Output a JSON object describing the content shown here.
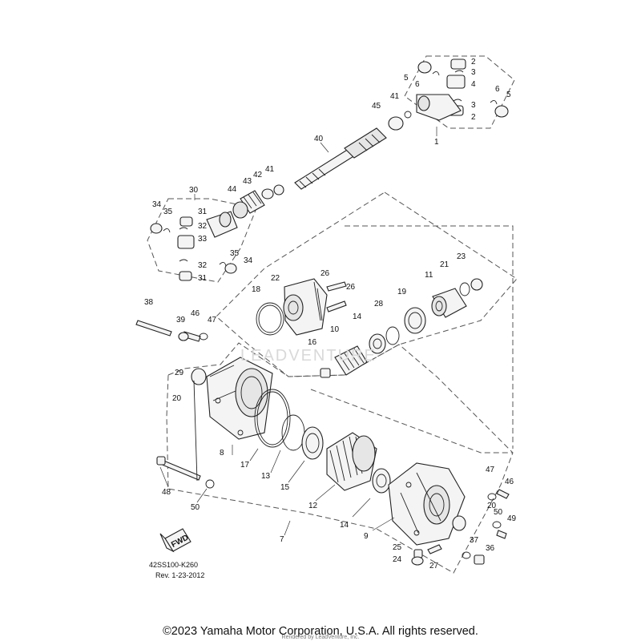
{
  "diagram": {
    "watermark": "LEADVENTURE",
    "fwd_label": "FWD",
    "drawing_code": "42SS100-K260",
    "revision": "Rev. 1-23-2012",
    "copyright": "©2023 Yamaha Motor Corporation, U.S.A. All rights reserved.",
    "rendered_by": "Rendered by LeadVenture, Inc.",
    "callouts": [
      {
        "id": "c2a",
        "text": "2"
      },
      {
        "id": "c3a",
        "text": "3"
      },
      {
        "id": "c5a",
        "text": "5"
      },
      {
        "id": "c6a",
        "text": "6"
      },
      {
        "id": "c4",
        "text": "4"
      },
      {
        "id": "c41a",
        "text": "41"
      },
      {
        "id": "c45",
        "text": "45"
      },
      {
        "id": "c6b",
        "text": "6"
      },
      {
        "id": "c5b",
        "text": "5"
      },
      {
        "id": "c3b",
        "text": "3"
      },
      {
        "id": "c2b",
        "text": "2"
      },
      {
        "id": "c1",
        "text": "1"
      },
      {
        "id": "c40",
        "text": "40"
      },
      {
        "id": "c30",
        "text": "30"
      },
      {
        "id": "c44",
        "text": "44"
      },
      {
        "id": "c43",
        "text": "43"
      },
      {
        "id": "c42",
        "text": "42"
      },
      {
        "id": "c41b",
        "text": "41"
      },
      {
        "id": "c34a",
        "text": "34"
      },
      {
        "id": "c35a",
        "text": "35"
      },
      {
        "id": "c31a",
        "text": "31"
      },
      {
        "id": "c32a",
        "text": "32"
      },
      {
        "id": "c33",
        "text": "33"
      },
      {
        "id": "c35b",
        "text": "35"
      },
      {
        "id": "c34b",
        "text": "34"
      },
      {
        "id": "c32b",
        "text": "32"
      },
      {
        "id": "c31b",
        "text": "31"
      },
      {
        "id": "c26a",
        "text": "26"
      },
      {
        "id": "c22",
        "text": "22"
      },
      {
        "id": "c18",
        "text": "18"
      },
      {
        "id": "c26b",
        "text": "26"
      },
      {
        "id": "c19",
        "text": "19"
      },
      {
        "id": "c11",
        "text": "11"
      },
      {
        "id": "c21",
        "text": "21"
      },
      {
        "id": "c23",
        "text": "23"
      },
      {
        "id": "c28",
        "text": "28"
      },
      {
        "id": "c14a",
        "text": "14"
      },
      {
        "id": "c10",
        "text": "10"
      },
      {
        "id": "c16",
        "text": "16"
      },
      {
        "id": "c38",
        "text": "38"
      },
      {
        "id": "c46a",
        "text": "46"
      },
      {
        "id": "c39",
        "text": "39"
      },
      {
        "id": "c47a",
        "text": "47"
      },
      {
        "id": "c29",
        "text": "29"
      },
      {
        "id": "c20a",
        "text": "20"
      },
      {
        "id": "c8",
        "text": "8"
      },
      {
        "id": "c17",
        "text": "17"
      },
      {
        "id": "c13",
        "text": "13"
      },
      {
        "id": "c15",
        "text": "15"
      },
      {
        "id": "c12",
        "text": "12"
      },
      {
        "id": "c48",
        "text": "48"
      },
      {
        "id": "c50a",
        "text": "50"
      },
      {
        "id": "c7",
        "text": "7"
      },
      {
        "id": "c14b",
        "text": "14"
      },
      {
        "id": "c9",
        "text": "9"
      },
      {
        "id": "c47b",
        "text": "47"
      },
      {
        "id": "c46b",
        "text": "46"
      },
      {
        "id": "c20b",
        "text": "20"
      },
      {
        "id": "c50b",
        "text": "50"
      },
      {
        "id": "c49",
        "text": "49"
      },
      {
        "id": "c37",
        "text": "37"
      },
      {
        "id": "c36",
        "text": "36"
      },
      {
        "id": "c25",
        "text": "25"
      },
      {
        "id": "c24",
        "text": "24"
      },
      {
        "id": "c27",
        "text": "27"
      }
    ]
  },
  "colors": {
    "line": "#222222",
    "fill": "#f4f4f4",
    "watermark": "#d9d9d9"
  }
}
